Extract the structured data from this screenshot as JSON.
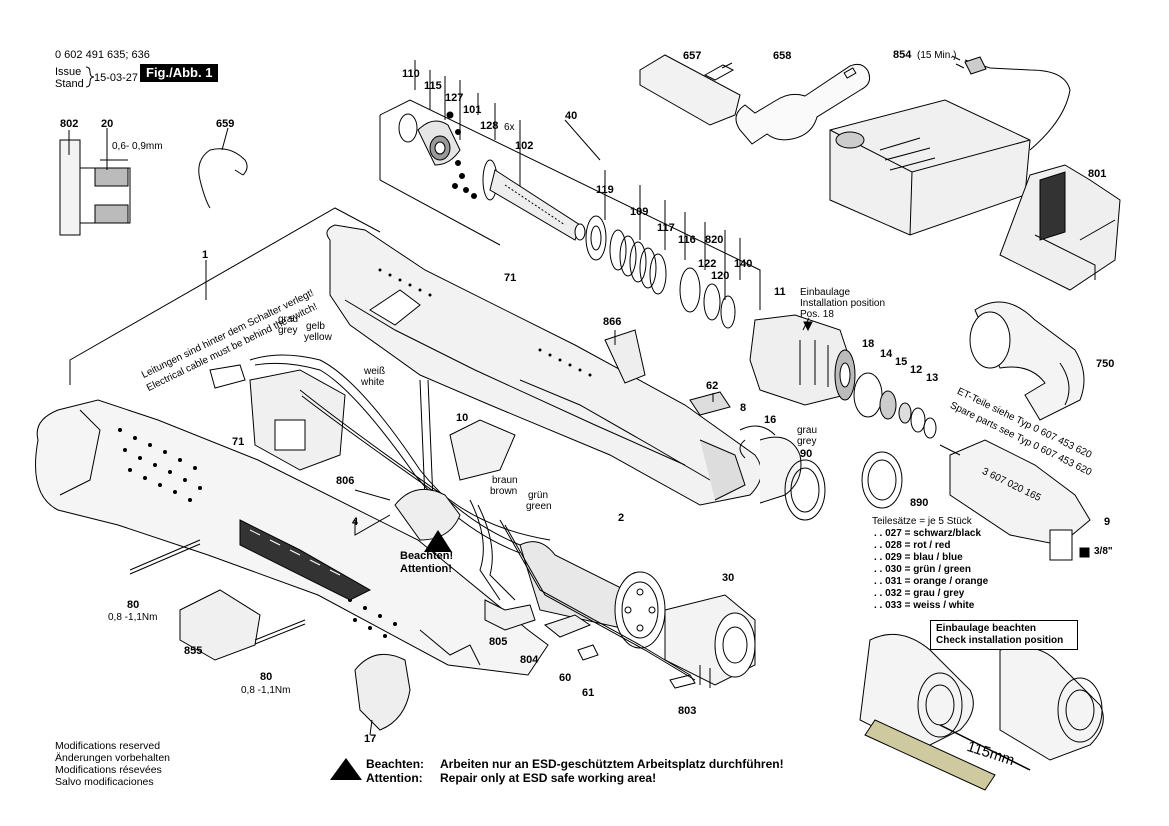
{
  "header": {
    "part_number": "0 602 491 635; 636",
    "issue_label": "Issue",
    "stand_label": "Stand",
    "date": "15-03-27",
    "fig_label": "Fig./Abb. 1"
  },
  "callouts": {
    "p802": "802",
    "p20": "20",
    "p06": "0,6- 0,9mm",
    "p659": "659",
    "p110": "110",
    "p115": "115",
    "p127": "127",
    "p101": "101",
    "p128": "128",
    "p6x": "6x",
    "p102": "102",
    "p40": "40",
    "p119": "119",
    "p109": "109",
    "p117": "117",
    "p116": "116",
    "p820": "820",
    "p122": "122",
    "p120": "120",
    "p140": "140",
    "p657": "657",
    "p658": "658",
    "p854": "854",
    "p15min": "(15 Min.)",
    "p801": "801",
    "p1": "1",
    "p71a": "71",
    "p71b": "71",
    "p866": "866",
    "p62": "62",
    "p8": "8",
    "p16": "16",
    "p11": "11",
    "p18": "18",
    "p14": "14",
    "p15": "15",
    "p12": "12",
    "p13": "13",
    "p750": "750",
    "p10": "10",
    "p806": "806",
    "p4": "4",
    "p2": "2",
    "p30": "30",
    "p80a": "80",
    "p80a_t": "0,8 -1,1Nm",
    "p80b": "80",
    "p80b_t": "0,8 -1,1Nm",
    "p855": "855",
    "p17": "17",
    "p805": "805",
    "p804": "804",
    "p60": "60",
    "p61": "61",
    "p803": "803",
    "p890": "890",
    "p9": "9",
    "p90": "90"
  },
  "labels": {
    "grau_grey_1": "grau",
    "grau_grey_2": "grey",
    "gelb": "gelb",
    "yellow": "yellow",
    "weiss": "weiß",
    "white": "white",
    "braun": "braun",
    "brown": "brown",
    "gruen": "grün",
    "green": "green",
    "grau2": "grau",
    "grey2": "grey",
    "cable_note_de": "Leitungen sind hinter dem Schalter verlegt!",
    "cable_note_en": "Electrical cable must be behind the switch!",
    "beachten": "Beachten!",
    "attention": "Attention!",
    "einbau_1": "Einbaulage",
    "einbau_2": "Installation position",
    "einbau_3": "Pos. 18",
    "et_1": "ET-Teile siehe  Typ  0 607 453 620",
    "et_2": "Spare parts see  Typ  0 607 453 620",
    "ref_number": "3 607 020 165",
    "square": "3/8\""
  },
  "parts_sets": {
    "title": "Teilesätze = je 5 Stück",
    "items": [
      ". . 027 = schwarz/black",
      ". . 028 = rot / red",
      ". . 029 = blau / blue",
      ". . 030 = grün / green",
      ". . 031 = orange / orange",
      ". . 032 = grau / grey",
      ". . 033 = weiss / white"
    ]
  },
  "install_box": {
    "line1": "Einbaulage beachten",
    "line2": "Check installation position",
    "measure": "115mm"
  },
  "footer": {
    "mods": [
      "Modifications reserved",
      "Änderungen vorbehalten",
      "Modifications résevées",
      "Salvo modificaciones"
    ],
    "attention_de_label": "Beachten:",
    "attention_de": "Arbeiten nur an ESD-geschütztem Arbeitsplatz durchführen!",
    "attention_en_label": "Attention:",
    "attention_en": "Repair only at ESD safe working area!"
  }
}
